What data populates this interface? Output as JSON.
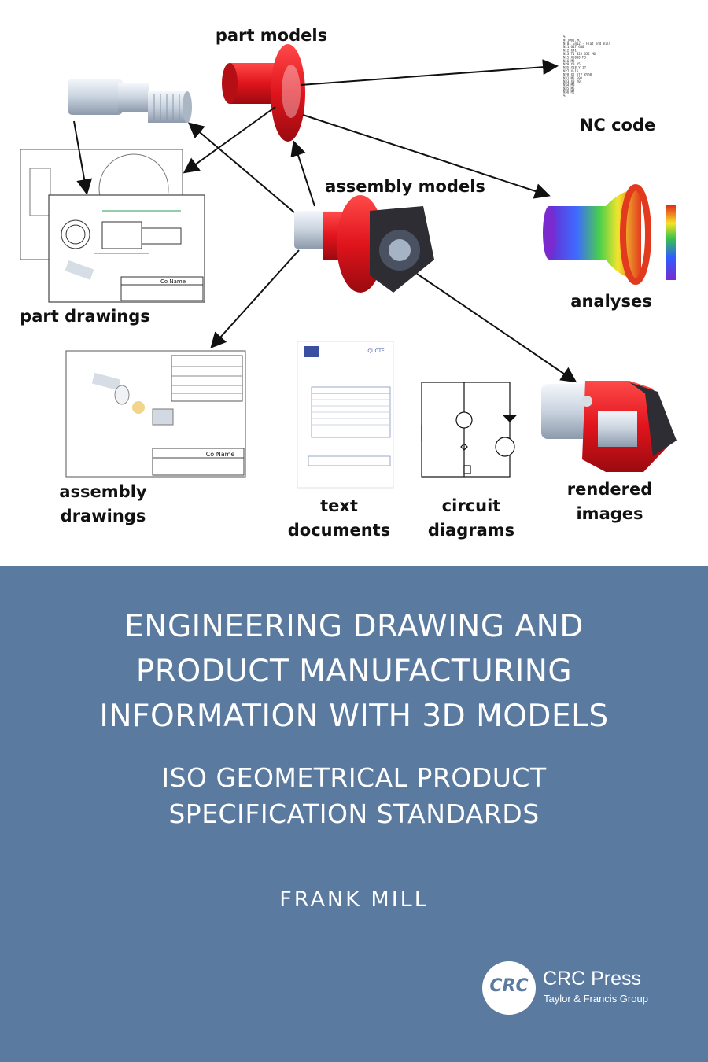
{
  "diagram": {
    "labels": {
      "part_models": "part models",
      "nc_code": "NC code",
      "assembly_models": "assembly models",
      "part_drawings": "part drawings",
      "analyses": "analyses",
      "assembly_drawings_1": "assembly",
      "assembly_drawings_2": "drawings",
      "text_documents_1": "text",
      "text_documents_2": "documents",
      "circuit_diagrams_1": "circuit",
      "circuit_diagrams_2": "diagrams",
      "rendered_images_1": "rendered",
      "rendered_images_2": "images"
    },
    "title_block_text": "Co Name",
    "quote_text": "QUOTE",
    "nc_lines": [
      "%",
      "N 1001.MC",
      "N 01 G412 - Flat end mill",
      "N11 G17 G40",
      "N12 G91",
      "N13 T1 S25 G52 M6",
      "N15 X5000 M3",
      "N16 M8",
      "N20 Y0 X5",
      "N25 X18 Y-17",
      "N27 X-15",
      "N28 X1 X17 X500",
      "N31 M5 G90",
      "N33 X0 Y0",
      "N34 M9",
      "N35 M5",
      "N36 M2",
      "%"
    ],
    "colors": {
      "part_red": "#e0141c",
      "steel": "#c9d3df",
      "arrow": "#111111"
    }
  },
  "cover": {
    "title_lines": [
      "ENGINEERING DRAWING AND",
      "PRODUCT MANUFACTURING",
      "INFORMATION WITH 3D MODELS"
    ],
    "subtitle_lines": [
      "ISO GEOMETRICAL PRODUCT",
      "SPECIFICATION STANDARDS"
    ],
    "author": "FRANK MILL",
    "background_color": "#5a7aa0"
  },
  "publisher": {
    "logo_text": "CRC",
    "name": "CRC Press",
    "group": "Taylor & Francis Group"
  }
}
